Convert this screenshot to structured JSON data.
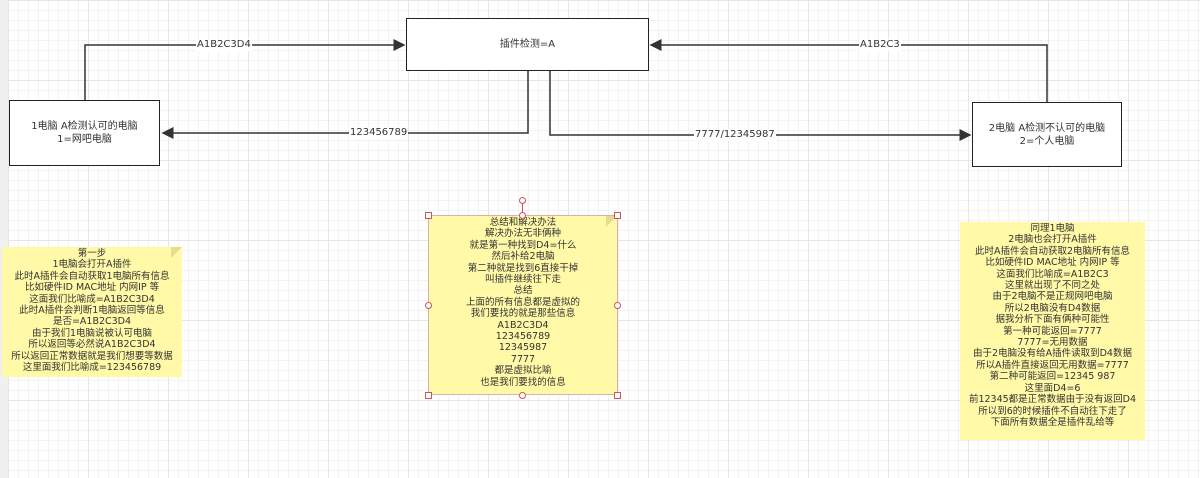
{
  "nodes": {
    "plugin": "插件检测=A",
    "pc1": [
      "1电脑 A检测认可的电脑",
      "1=网吧电脑"
    ],
    "pc2": [
      "2电脑 A检测不认可的电脑",
      "2=个人电脑"
    ]
  },
  "edges": {
    "pc1_to_plugin": "A1B2C3D4",
    "plugin_to_pc1": "123456789",
    "plugin_to_pc2": "7777/12345987",
    "pc2_to_plugin": "A1B2C3"
  },
  "notes": {
    "left": [
      "第一步",
      "1电脑会打开A插件",
      "此时A插件会自动获取1电脑所有信息",
      "比如硬件ID MAC地址 内网IP 等",
      "这面我们比喻成=A1B2C3D4",
      "此时A插件会判断1电脑返回等信息",
      "是否=A1B2C3D4",
      "由于我们1电脑说被认可电脑",
      "所以返回等必然说A1B2C3D4",
      "所以返回正常数据就是我们想要等数据",
      "这里面我们比喻成=123456789"
    ],
    "middle": [
      "总结和解决办法",
      "解决办法无非俩种",
      "就是第一种找到D4=什么",
      "然后补给2电脑",
      "第二种就是找到6直接干掉",
      "叫插件继续往下走",
      "总结",
      "上面的所有信息都是虚拟的",
      "我们要找的就是那些信息",
      "A1B2C3D4",
      "123456789",
      "12345987",
      "7777",
      "都是虚拟比喻",
      "也是我们要找的信息"
    ],
    "right": [
      "同理1电脑",
      "2电脑也会打开A插件",
      "此时A插件会自动获取2电脑所有信息",
      "比如硬件ID MAC地址 内网IP 等",
      "这面我们比喻成=A1B2C3",
      "这里就出现了不同之处",
      "由于2电脑不是正规网吧电脑",
      "所以2电脑没有D4数据",
      "据我分析下面有俩种可能性",
      "第一种可能返回=7777",
      "7777=无用数据",
      "由于2电脑没有给A插件读取到D4数据",
      "所以A插件直接返回无用数据=7777",
      "第二种可能返回=12345 987",
      "这里面D4=6",
      "前12345都是正常数据由于没有返回D4",
      "所以到6的时候插件不自动往下走了",
      "下面所有数据全是插件乱给等"
    ]
  }
}
